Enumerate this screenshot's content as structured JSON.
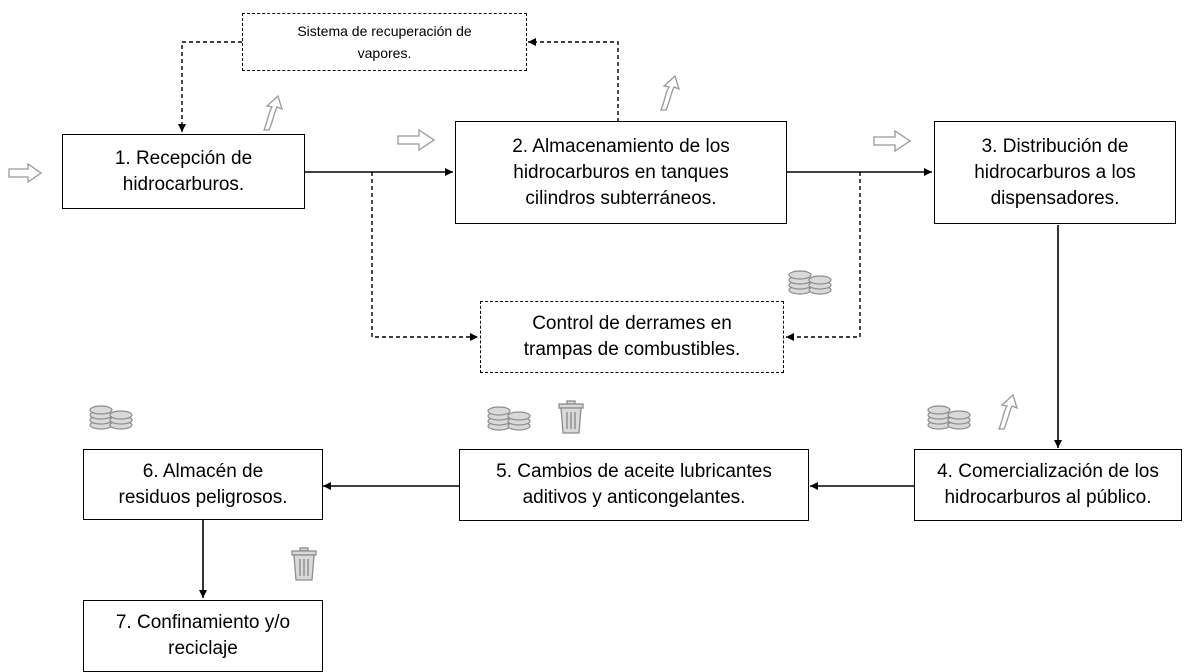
{
  "diagram": {
    "nodes": [
      {
        "id": "n1",
        "lines": [
          "1. Recepción de",
          "hidrocarburos."
        ],
        "style": "solid"
      },
      {
        "id": "n2",
        "lines": [
          "2. Almacenamiento de los",
          "hidrocarburos en tanques",
          "cilindros subterráneos."
        ],
        "style": "solid"
      },
      {
        "id": "n3",
        "lines": [
          "3. Distribución de",
          "hidrocarburos a los",
          "dispensadores."
        ],
        "style": "solid"
      },
      {
        "id": "n4",
        "lines": [
          "4. Comercialización de los",
          "hidrocarburos al público."
        ],
        "style": "solid"
      },
      {
        "id": "n5",
        "lines": [
          "5. Cambios de aceite lubricantes",
          "aditivos y anticongelantes."
        ],
        "style": "solid"
      },
      {
        "id": "n6",
        "lines": [
          "6. Almacén de",
          "residuos peligrosos."
        ],
        "style": "solid"
      },
      {
        "id": "n7",
        "lines": [
          "7. Confinamiento y/o",
          "reciclaje"
        ],
        "style": "solid"
      },
      {
        "id": "vapores",
        "lines": [
          "Sistema de recuperación de",
          "vapores."
        ],
        "style": "dashed"
      },
      {
        "id": "derrames",
        "lines": [
          "Control de derrames en",
          "trampas de combustibles."
        ],
        "style": "dashed"
      }
    ],
    "icons": [
      {
        "kind": "input-arrow",
        "name": "input-arrow-icon"
      },
      {
        "kind": "coins",
        "name": "coins-icon"
      },
      {
        "kind": "trash",
        "name": "trash-can-icon"
      },
      {
        "kind": "emission-arrow",
        "name": "emission-arrow-icon"
      }
    ],
    "colors": {
      "line": "#000000",
      "icon": "#9a9a9a",
      "icon_fill": "#d9d9d9"
    }
  }
}
